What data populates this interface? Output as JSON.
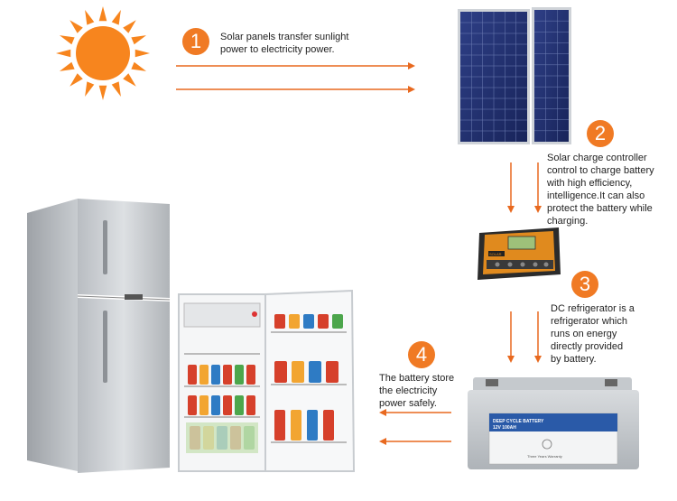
{
  "colors": {
    "accent": "#f07a24",
    "arrow": "#e8691f",
    "sun": "#f7851e",
    "panel": "#1f2d6b",
    "battery_band": "#2a5aa8"
  },
  "steps": [
    {
      "number": "1",
      "text": "Solar panels transfer sunlight\npower to electricity power."
    },
    {
      "number": "2",
      "text": "Solar charge controller\ncontrol to charge battery\nwith high efficiency,\nintelligence.It can also\nprotect the battery while\ncharging."
    },
    {
      "number": "3",
      "text": "DC refrigerator is a\nrefrigerator which\nruns on energy\ndirectly provided\nby battery."
    },
    {
      "number": "4",
      "text": "The battery store\nthe electricity\npower safely."
    }
  ],
  "icons": {
    "sun": "sun-icon",
    "panels": "solar-panel-icon",
    "controller": "charge-controller-icon",
    "battery": "battery-icon",
    "fridge": "refrigerator-icon",
    "open_fridge": "open-refrigerator-icon"
  },
  "battery": {
    "title": "DEEP CYCLE BATTERY",
    "spec": "12V 100AH",
    "warranty": "Three Years Warranty"
  },
  "controller": {
    "brand": "SOLAR"
  }
}
